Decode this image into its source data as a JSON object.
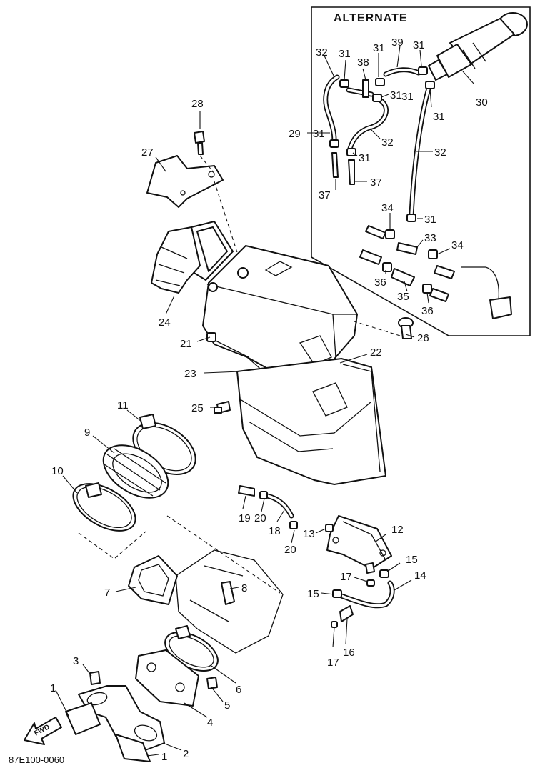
{
  "diagram": {
    "alternate_label": "ALTERNATE",
    "drawing_code": "87E100-0060",
    "fwd_label": "FWD",
    "callouts": {
      "c1a": "1",
      "c1b": "1",
      "c2": "2",
      "c3": "3",
      "c4": "4",
      "c5": "5",
      "c6": "6",
      "c7": "7",
      "c8": "8",
      "c9": "9",
      "c10": "10",
      "c11": "11",
      "c12": "12",
      "c13": "13",
      "c14": "14",
      "c15a": "15",
      "c15b": "15",
      "c16": "16",
      "c17a": "17",
      "c17b": "17",
      "c18": "18",
      "c19": "19",
      "c20a": "20",
      "c20b": "20",
      "c21": "21",
      "c22": "22",
      "c23": "23",
      "c24": "24",
      "c25": "25",
      "c26": "26",
      "c27": "27",
      "c28": "28",
      "c29": "29",
      "c30": "30",
      "c31a": "31",
      "c31b": "31",
      "c31c": "31",
      "c31d": "31",
      "c31e": "31",
      "c31f": "31",
      "c31g": "31",
      "c31h": "31",
      "c31i": "31",
      "c32a": "32",
      "c32b": "32",
      "c32c": "32",
      "c33": "33",
      "c34a": "34",
      "c34b": "34",
      "c35": "35",
      "c36a": "36",
      "c36b": "36",
      "c37a": "37",
      "c37b": "37",
      "c38": "38",
      "c39": "39"
    }
  }
}
